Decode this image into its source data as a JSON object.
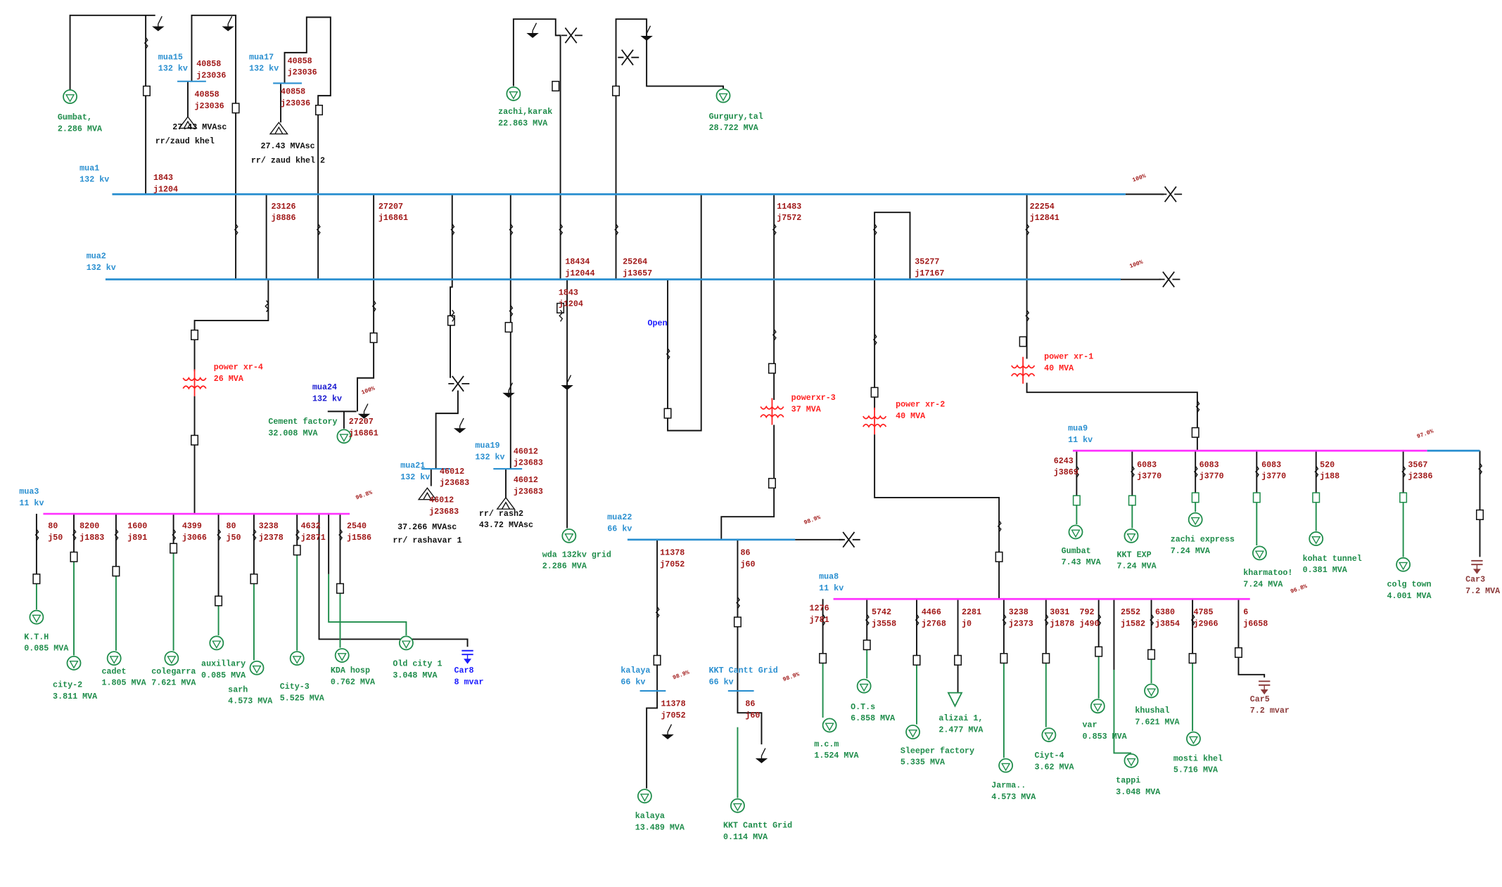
{
  "colors": {
    "bus_132kv": "#2a8fd0",
    "bus_11kv": "#ff33ff",
    "load": "#1e8c4a",
    "flow": "#a01818",
    "transformer": "#ff2020",
    "capacitor_blue": "#1a1aff",
    "capacitor_brown": "#8b3a3a"
  },
  "buses": [
    {
      "name": "mua1",
      "kv": "132 kv"
    },
    {
      "name": "mua2",
      "kv": "132 kv"
    },
    {
      "name": "mua3",
      "kv": "11 kv"
    },
    {
      "name": "mua15",
      "kv": "132 kv"
    },
    {
      "name": "mua17",
      "kv": "132 kv"
    },
    {
      "name": "mua24",
      "kv": "132 kv"
    },
    {
      "name": "mua21",
      "kv": "132 kv"
    },
    {
      "name": "mua19",
      "kv": "132 kv"
    },
    {
      "name": "mua22",
      "kv": "66 kv"
    },
    {
      "name": "kalaya",
      "kv": "66 kv"
    },
    {
      "name": "KKT Cantt Grid",
      "kv": "66 kv"
    },
    {
      "name": "mua8",
      "kv": "11 kv"
    },
    {
      "name": "mua9",
      "kv": "11 kv"
    }
  ],
  "loads": [
    {
      "name": "Gumbat,",
      "rating": "2.286 MVA"
    },
    {
      "name": "zachi,karak",
      "rating": "22.863 MVA"
    },
    {
      "name": "Gurgury,tal",
      "rating": "28.722 MVA"
    },
    {
      "name": "Cement factory",
      "rating": "32.008 MVA"
    },
    {
      "name": "wda 132kv grid",
      "rating": "2.286 MVA"
    },
    {
      "name": "K.T.H",
      "rating": "0.085 MVA"
    },
    {
      "name": "city-2",
      "rating": "3.811 MVA"
    },
    {
      "name": "cadet",
      "rating": "1.805 MVA"
    },
    {
      "name": "colegarra",
      "rating": "7.621 MVA"
    },
    {
      "name": "auxillary",
      "rating": "0.085 MVA"
    },
    {
      "name": "sarh",
      "rating": "4.573 MVA"
    },
    {
      "name": "City-3",
      "rating": "5.525 MVA"
    },
    {
      "name": "KDA hosp",
      "rating": "0.762 MVA"
    },
    {
      "name": "Old city 1",
      "rating": "3.048 MVA"
    },
    {
      "name": "kalaya",
      "rating": "13.489 MVA"
    },
    {
      "name": "KKT Cantt Grid",
      "rating": "0.114 MVA"
    },
    {
      "name": "m.c.m",
      "rating": "1.524 MVA"
    },
    {
      "name": "O.T.s",
      "rating": "6.858 MVA"
    },
    {
      "name": "Sleeper factory",
      "rating": "5.335 MVA"
    },
    {
      "name": "Jarma..",
      "rating": "4.573 MVA"
    },
    {
      "name": "Ciyt-4",
      "rating": "3.62 MVA"
    },
    {
      "name": "var",
      "rating": "0.853 MVA"
    },
    {
      "name": "tappi",
      "rating": "3.048 MVA"
    },
    {
      "name": "khushal",
      "rating": "7.621 MVA"
    },
    {
      "name": "mosti khel",
      "rating": "5.716 MVA"
    },
    {
      "name": "Gumbat",
      "rating": "7.43 MVA"
    },
    {
      "name": "KKT EXP",
      "rating": "7.24 MVA"
    },
    {
      "name": "zachi express",
      "rating": "7.24 MVA"
    },
    {
      "name": "kharmatoo!",
      "rating": "7.24 MVA"
    },
    {
      "name": "kohat tunnel",
      "rating": "0.381 MVA"
    },
    {
      "name": "colg town",
      "rating": "4.001 MVA"
    }
  ],
  "static_loads": [
    {
      "name": "alizai 1,",
      "rating": "2.477 MVA"
    }
  ],
  "capacitors": [
    {
      "name": "Car8",
      "rating": "8 mvar"
    },
    {
      "name": "Car5",
      "rating": "7.2 mvar"
    },
    {
      "name": "Car3",
      "rating": "7.2 MVA"
    }
  ],
  "transformers": [
    {
      "name": "power xr-4",
      "rating": "26 MVA"
    },
    {
      "name": "powerxr-3",
      "rating": "37 MVA"
    },
    {
      "name": "power xr-2",
      "rating": "40 MVA"
    },
    {
      "name": "power xr-1",
      "rating": "40 MVA"
    }
  ],
  "lumped_loads": [
    {
      "rating": "27.43 MVAsc",
      "name": "rr/zaud khel"
    },
    {
      "rating": "27.43 MVAsc",
      "name": "rr/ zaud khel 2"
    },
    {
      "rating": "37.266 MVAsc",
      "name": "rr/ rashavar 1"
    },
    {
      "rating": "43.72 MVAsc",
      "name": "rr/ rash2"
    }
  ],
  "flows": [
    {
      "p": "1843",
      "q": "j1204"
    },
    {
      "p": "40858",
      "q": "j23036"
    },
    {
      "p": "40858",
      "q": "j23036"
    },
    {
      "p": "40858",
      "q": "j23036"
    },
    {
      "p": "40858",
      "q": "j23036"
    },
    {
      "p": "23126",
      "q": "j8886"
    },
    {
      "p": "27207",
      "q": "j16861"
    },
    {
      "p": "18434",
      "q": "j12044"
    },
    {
      "p": "25264",
      "q": "j13657"
    },
    {
      "p": "1843",
      "q": "j1204"
    },
    {
      "p": "11483",
      "q": "j7572"
    },
    {
      "p": "35277",
      "q": "j17167"
    },
    {
      "p": "22254",
      "q": "j12841"
    },
    {
      "p": "27207",
      "q": "j16861"
    },
    {
      "p": "46012",
      "q": "j23683"
    },
    {
      "p": "46012",
      "q": "j23683"
    },
    {
      "p": "46012",
      "q": "j23683"
    },
    {
      "p": "46012",
      "q": "j23683"
    },
    {
      "p": "80",
      "q": "j50"
    },
    {
      "p": "8200",
      "q": "j1883"
    },
    {
      "p": "1600",
      "q": "j891"
    },
    {
      "p": "4399",
      "q": "j3066"
    },
    {
      "p": "80",
      "q": "j50"
    },
    {
      "p": "3238",
      "q": "j2378"
    },
    {
      "p": "4632",
      "q": "j2871"
    },
    {
      "p": "2540",
      "q": "j1586"
    },
    {
      "p": "11378",
      "q": "j7052"
    },
    {
      "p": "86",
      "q": "j60"
    },
    {
      "p": "11378",
      "q": "j7052"
    },
    {
      "p": "86",
      "q": "j60"
    },
    {
      "p": "1276",
      "q": "j781"
    },
    {
      "p": "5742",
      "q": "j3558"
    },
    {
      "p": "4466",
      "q": "j2768"
    },
    {
      "p": "2281",
      "q": "j0"
    },
    {
      "p": "3238",
      "q": "j2373"
    },
    {
      "p": "3031",
      "q": "j1878"
    },
    {
      "p": "792",
      "q": "j490"
    },
    {
      "p": "2552",
      "q": "j1582"
    },
    {
      "p": "6380",
      "q": "j3854"
    },
    {
      "p": "4785",
      "q": "j2966"
    },
    {
      "p": "6",
      "q": "j6658"
    },
    {
      "p": "6243",
      "q": "j3869"
    },
    {
      "p": "6083",
      "q": "j3770"
    },
    {
      "p": "6083",
      "q": "j3770"
    },
    {
      "p": "6083",
      "q": "j3770"
    },
    {
      "p": "520",
      "q": "j188"
    },
    {
      "p": "3567",
      "q": "j2386"
    }
  ],
  "voltages": [
    "100%",
    "100%",
    "100%",
    "96.8%",
    "98.9%",
    "98.9%",
    "98.9%",
    "97.0%",
    "96.8%"
  ],
  "annotations": {
    "open": "Open"
  }
}
